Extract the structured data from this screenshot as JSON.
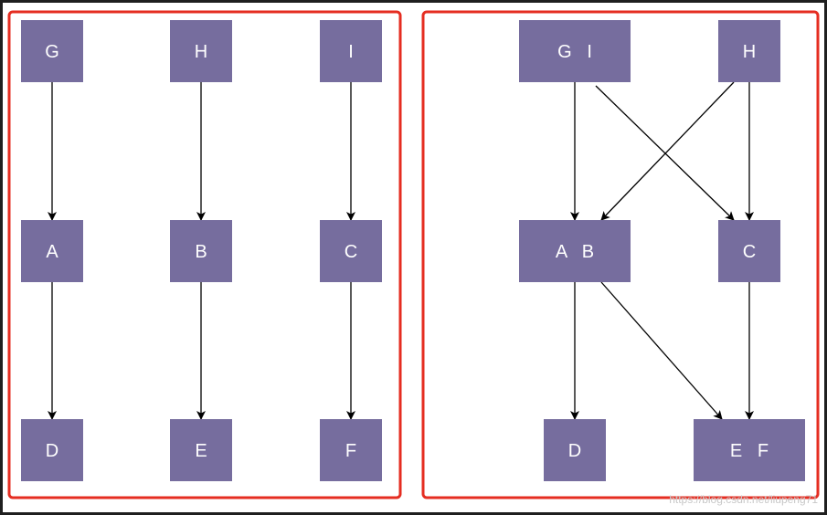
{
  "left_panel": {
    "nodes": [
      {
        "id": "G",
        "label": "G"
      },
      {
        "id": "H",
        "label": "H"
      },
      {
        "id": "I",
        "label": "I"
      },
      {
        "id": "A",
        "label": "A"
      },
      {
        "id": "B",
        "label": "B"
      },
      {
        "id": "C",
        "label": "C"
      },
      {
        "id": "D",
        "label": "D"
      },
      {
        "id": "E",
        "label": "E"
      },
      {
        "id": "F",
        "label": "F"
      }
    ],
    "edges": [
      {
        "from": "G",
        "to": "A"
      },
      {
        "from": "H",
        "to": "B"
      },
      {
        "from": "I",
        "to": "C"
      },
      {
        "from": "A",
        "to": "D"
      },
      {
        "from": "B",
        "to": "E"
      },
      {
        "from": "C",
        "to": "F"
      }
    ]
  },
  "right_panel": {
    "nodes": [
      {
        "id": "GI",
        "label": "G   I"
      },
      {
        "id": "H",
        "label": "H"
      },
      {
        "id": "AB",
        "label": "A   B"
      },
      {
        "id": "C",
        "label": "C"
      },
      {
        "id": "D",
        "label": "D"
      },
      {
        "id": "EF",
        "label": "E   F"
      }
    ],
    "edges": [
      {
        "from": "GI",
        "to": "AB"
      },
      {
        "from": "GI",
        "to": "C"
      },
      {
        "from": "H",
        "to": "AB"
      },
      {
        "from": "H",
        "to": "C"
      },
      {
        "from": "AB",
        "to": "D"
      },
      {
        "from": "AB",
        "to": "EF"
      },
      {
        "from": "C",
        "to": "EF"
      }
    ]
  },
  "colors": {
    "node_fill": "#766d9e",
    "node_text": "#ffffff",
    "panel_border": "#e52d21",
    "edge": "#000000"
  },
  "watermark": "https://blog.csdn.net/liupeng71"
}
